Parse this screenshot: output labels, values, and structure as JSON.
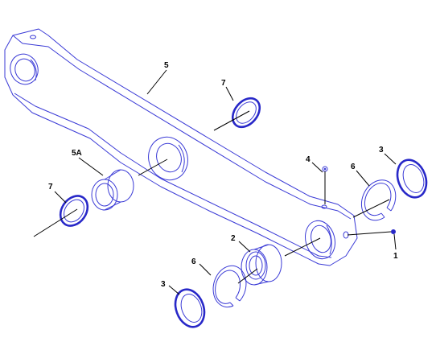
{
  "colors": {
    "part_line": "#3a3ad6",
    "part_accent": "#2828c8",
    "leader_line": "#000000",
    "background": "#ffffff"
  },
  "callouts": {
    "c5": "5",
    "c7_top": "7",
    "c5a": "5A",
    "c7_left": "7",
    "c4": "4",
    "c6_right": "6",
    "c3_right": "3",
    "c1": "1",
    "c2": "2",
    "c6_bottom": "6",
    "c3_bottom": "3"
  }
}
